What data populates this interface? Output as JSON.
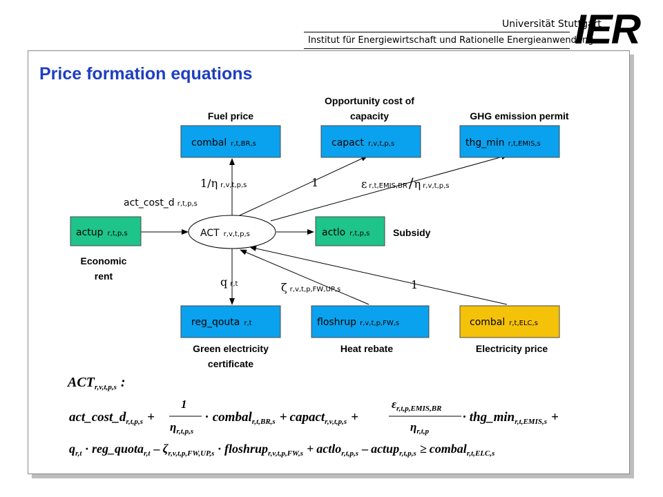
{
  "header": {
    "university": "Universität Stuttgart",
    "institute": "Institut für Energiewirtschaft und Rationelle Energieanwendung",
    "logo": "IER"
  },
  "slide_title": "Price formation equations",
  "nodes": {
    "center": {
      "name": "ACT",
      "sub": "r,v,t,p,s"
    },
    "fuel": {
      "name": "combal",
      "sub": "r,t,BR,s",
      "caption": "Fuel price",
      "color": "#0aa2ee"
    },
    "capact": {
      "name": "capact",
      "sub": "r,v,t,p,s",
      "caption1": "Opportunity cost of",
      "caption2": "capacity",
      "color": "#0aa2ee"
    },
    "thg": {
      "name": "thg_min",
      "sub": "r,t,EMIS,s",
      "caption": "GHG emission permit",
      "color": "#0aa2ee"
    },
    "actup": {
      "name": "actup",
      "sub": "r,t,p,s",
      "caption1": "Economic",
      "caption2": "rent",
      "color": "#1ec48a"
    },
    "actlo": {
      "name": "actlo",
      "sub": "r,t,p,s",
      "caption": "Subsidy",
      "color": "#1ec48a"
    },
    "reg": {
      "name": "reg_qouta",
      "sub": "r,t",
      "caption1": "Green electricity",
      "caption2": "certificate",
      "color": "#0aa2ee"
    },
    "flos": {
      "name": "floshrup",
      "sub": "r,v,t,p,FW,s",
      "caption": "Heat rebate",
      "color": "#0aa2ee"
    },
    "elc": {
      "name": "combal",
      "sub": "r,t,ELC,s",
      "caption": "Electricity price",
      "color": "#f5c20a"
    }
  },
  "edge_labels": {
    "fuel_coef": "1/η",
    "fuel_coef_sub": "r,v,t,p,s",
    "cap_coef": "1",
    "emis_eps": "ε",
    "emis_eps_sub": "r,t,EMIS,BR",
    "emis_slash": "/",
    "emis_eta": "η",
    "emis_eta_sub": "r,v,t,p,s",
    "cost": "act_cost_d",
    "cost_sub": "r,t,p,s",
    "q": "q",
    "q_sub": "r,t",
    "zeta": "ζ",
    "zeta_sub": "r,v,t,p,FW,UP,s",
    "elc_coef": "1"
  },
  "equation": {
    "head": "ACT",
    "head_sub": "r,v,t,p,s",
    "head_colon": ":",
    "l2": {
      "cost": "act_cost_d",
      "cost_sub": "r,t,p,s",
      "plus1": "+",
      "num": "1",
      "den": "η",
      "den_sub": "r,t,p,s",
      "dot1": "·",
      "combal": "combal",
      "combal_sub": "r,t,BR,s",
      "plus2": "+",
      "capact": "capact",
      "capact_sub": "r,v,t,p,s",
      "plus3": "+",
      "num2": "ε",
      "num2_sub": "r,t,p,EMIS,BR",
      "den2": "η",
      "den2_sub": "r,t,p",
      "dot2": "·",
      "thg": "thg_min",
      "thg_sub": "r,t,EMIS,s",
      "plus4": "+"
    },
    "l3": {
      "q": "q",
      "q_sub": "r,t",
      "dot1": "·",
      "reg": "reg_quota",
      "reg_sub": "r,t",
      "minus1": "–",
      "zeta": "ζ",
      "zeta_sub": "r,v,t,p,FW,UP,s",
      "dot2": "·",
      "flos": "floshrup",
      "flos_sub": "r,v,t,p,FW,s",
      "plus1": "+",
      "actlo": "actlo",
      "actlo_sub": "r,t,p,s",
      "minus2": "–",
      "actup": "actup",
      "actup_sub": "r,t,p,s",
      "geq": "≥",
      "combal": "combal",
      "combal_sub": "r,t,ELC,s"
    }
  }
}
